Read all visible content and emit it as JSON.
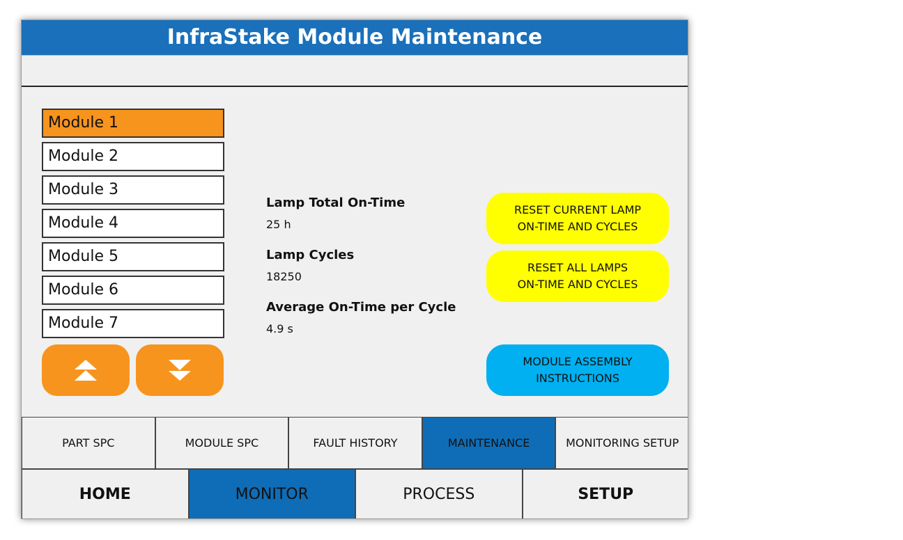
{
  "window": {
    "title": "InfraStake Module Maintenance"
  },
  "modules": {
    "items": [
      "Module 1",
      "Module 2",
      "Module 3",
      "Module 4",
      "Module 5",
      "Module 6",
      "Module 7"
    ],
    "selected": "Module 1"
  },
  "nav": {
    "up_icon": "double-chevron-up-icon",
    "down_icon": "double-chevron-down-icon"
  },
  "info": {
    "lamp_total_on_time_label": "Lamp Total On-Time",
    "lamp_total_on_time_value": "25 h",
    "lamp_cycles_label": "Lamp Cycles",
    "lamp_cycles_value": "18250",
    "avg_on_time_label": "Average On-Time per Cycle",
    "avg_on_time_value": "4.9 s"
  },
  "actions": {
    "reset_current": "RESET CURRENT LAMP\nON-TIME AND CYCLES",
    "reset_all": "RESET ALL LAMPS\nON-TIME AND CYCLES",
    "assembly": "MODULE ASSEMBLY\nINSTRUCTIONS"
  },
  "subtabs": {
    "items": [
      "PART SPC",
      "MODULE SPC",
      "FAULT HISTORY",
      "MAINTENANCE",
      "MONITORING SETUP"
    ],
    "active": "MAINTENANCE"
  },
  "maintabs": {
    "items": [
      "HOME",
      "MONITOR",
      "PROCESS",
      "SETUP"
    ],
    "active": "MONITOR"
  },
  "colors": {
    "title_blue": "#1a70ba",
    "active_blue": "#0f6db7",
    "orange": "#f7941e",
    "yellow": "#ffff00",
    "cyan": "#00b0f0"
  }
}
